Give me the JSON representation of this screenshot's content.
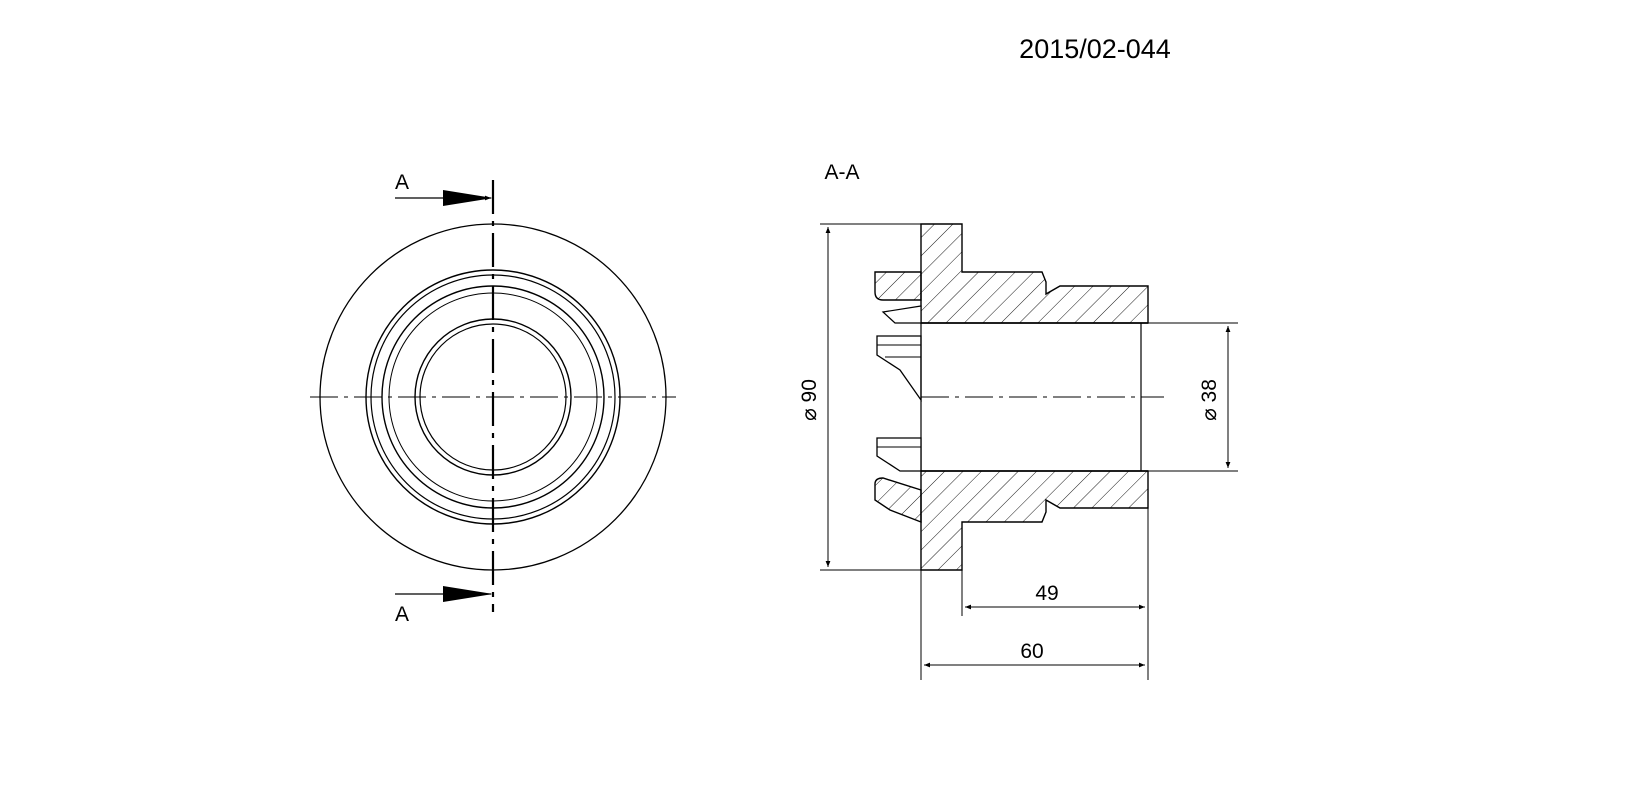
{
  "drawing_number": "2015/02-044",
  "front_view": {
    "section_marker_top": "A",
    "section_marker_bottom": "A"
  },
  "section_view": {
    "title": "A-A",
    "dims": {
      "outer_diameter": "⌀ 90",
      "inner_diameter": "⌀ 38",
      "length_49": "49",
      "length_60": "60"
    }
  }
}
